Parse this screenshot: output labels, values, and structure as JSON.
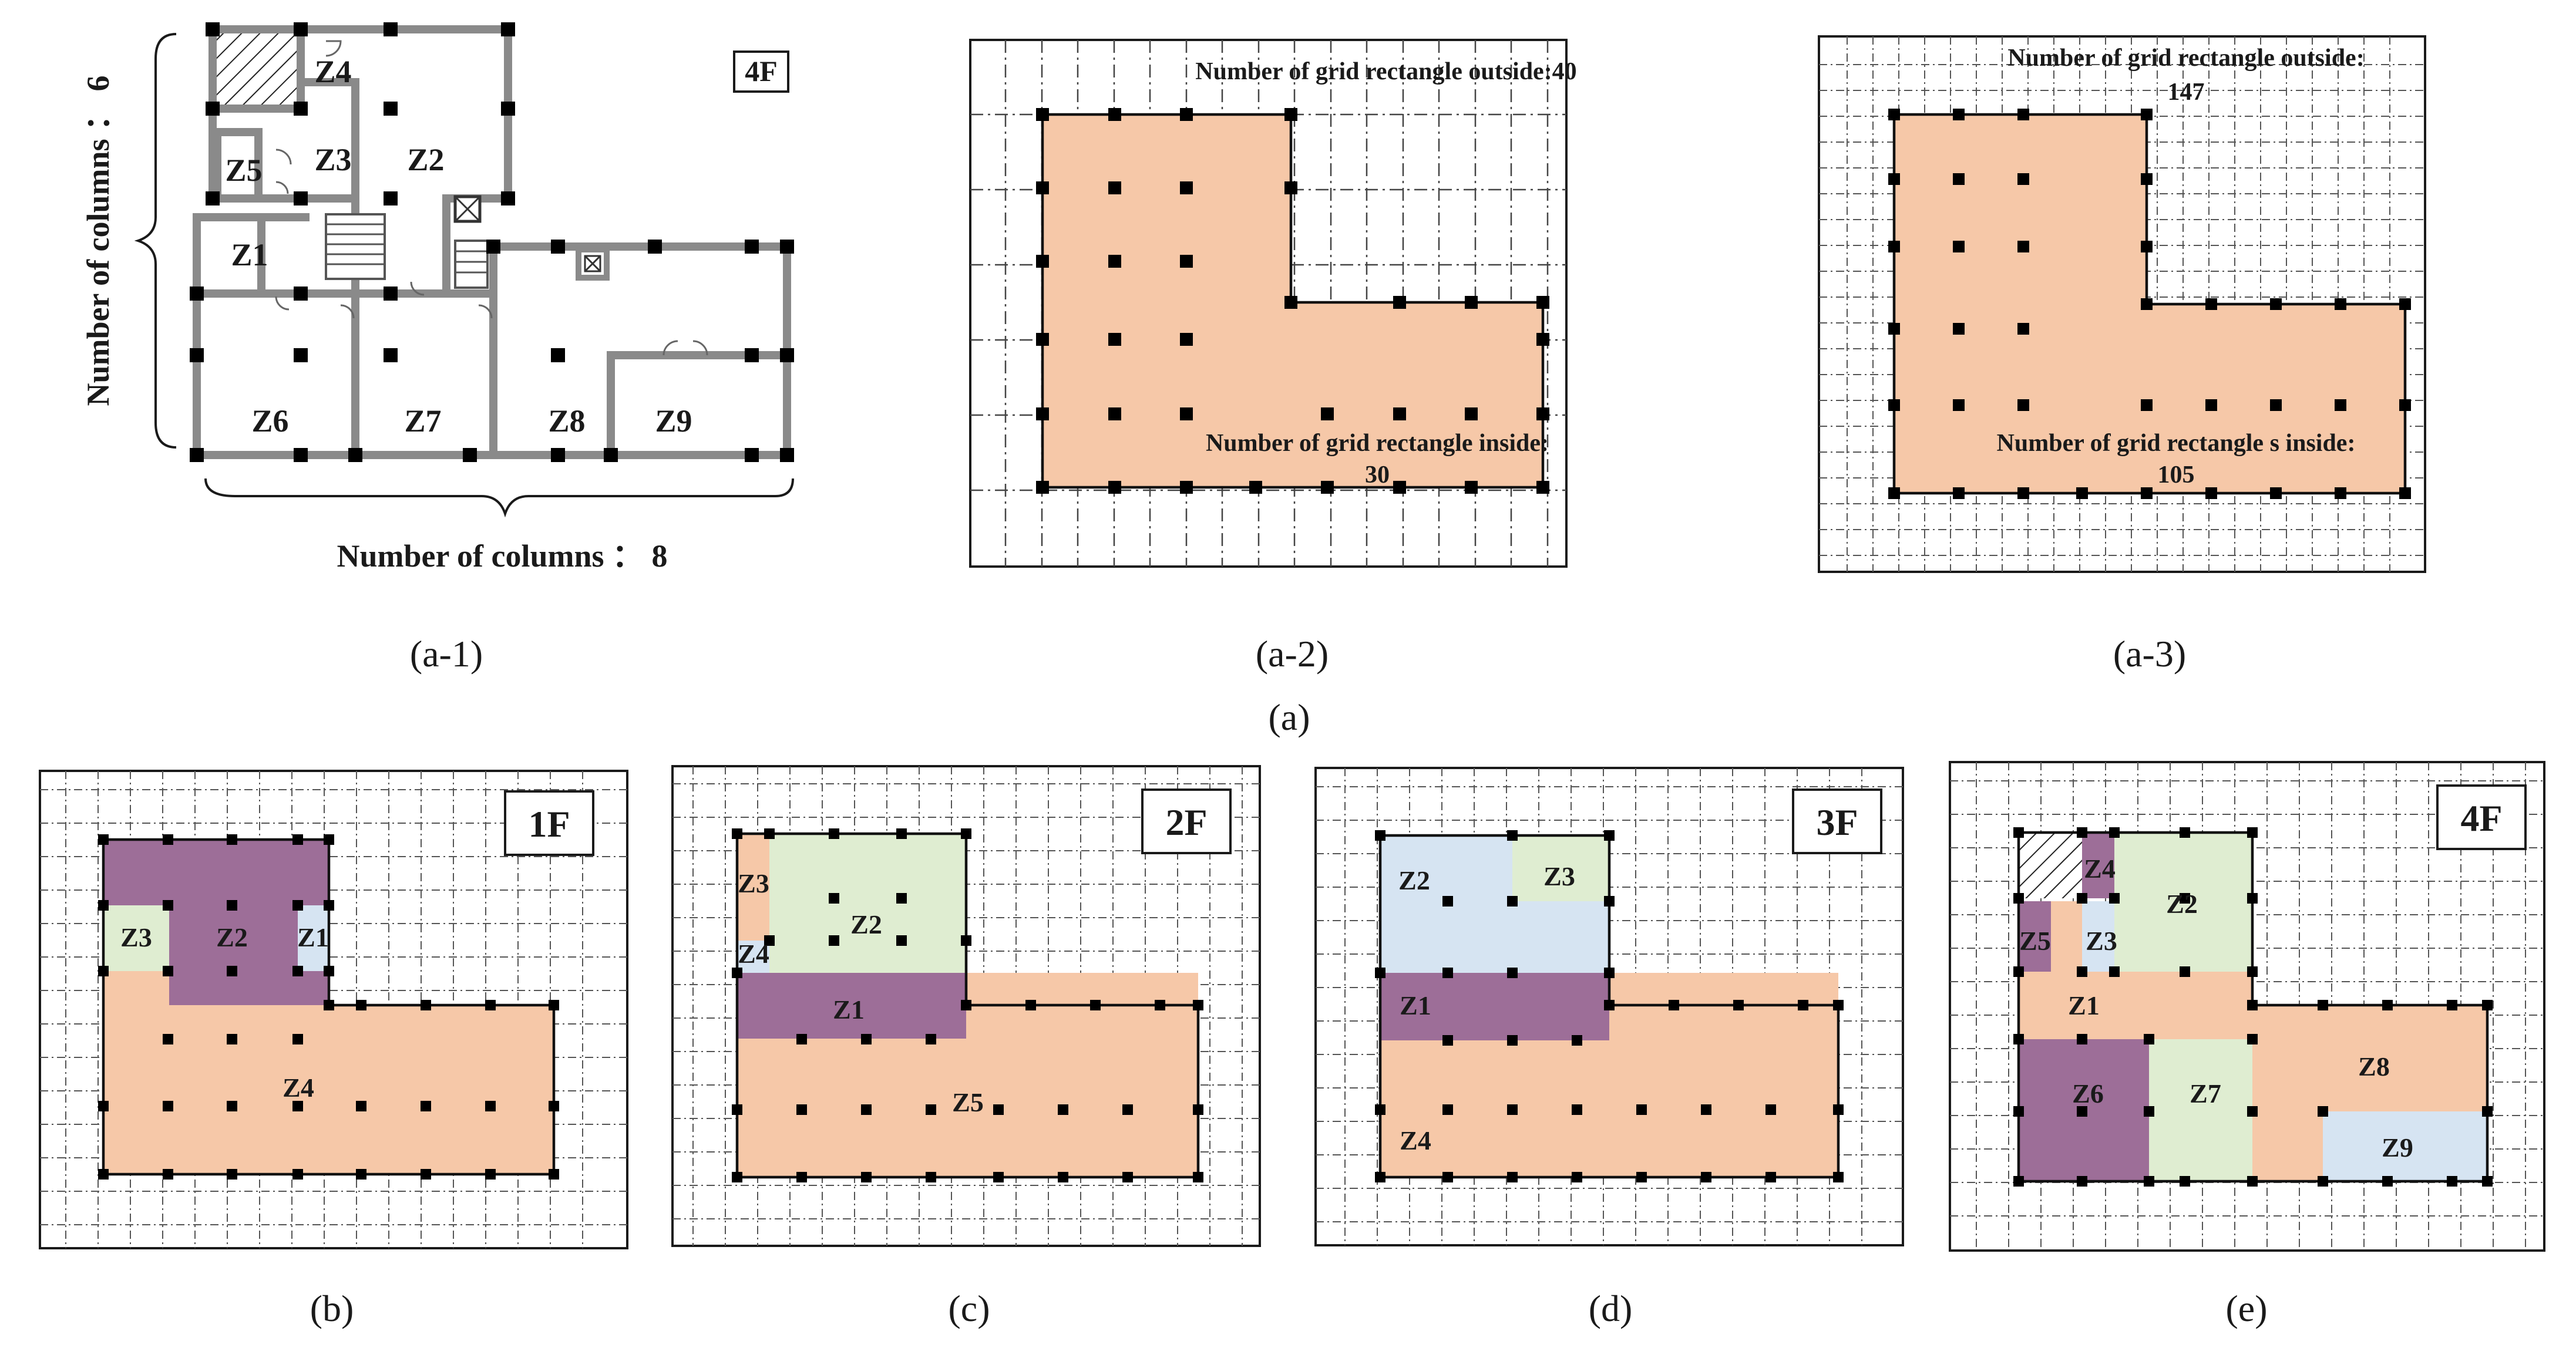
{
  "colors": {
    "orange": "#f6c8a8",
    "purple": "#9d6e98",
    "green": "#dfedd1",
    "blue": "#d6e4f2",
    "wall": "#8a8a8a",
    "column": "#000000"
  },
  "floor_plan": {
    "floor_label": "4F",
    "rows_label": "Number of columns ： 6",
    "cols_label": "Number of columns ： 8",
    "zones": [
      "Z1",
      "Z2",
      "Z3",
      "Z4",
      "Z5",
      "Z6",
      "Z7",
      "Z8",
      "Z9"
    ]
  },
  "grid_panels": [
    {
      "outside_label": "Number of grid rectangle outside:40",
      "inside_label_1": "Number of grid rectangle inside:",
      "inside_label_2": "30"
    },
    {
      "outside_label_1": "Number of grid rectangle outside:",
      "outside_label_2": "147",
      "inside_label_1": "Number of grid rectangle s inside:",
      "inside_label_2": "105"
    }
  ],
  "captions": {
    "a1": "(a-1)",
    "a2": "(a-2)",
    "a3": "(a-3)",
    "a": "(a)",
    "b": "(b)",
    "c": "(c)",
    "d": "(d)",
    "e": "(e)"
  },
  "floor_panels": [
    {
      "floor": "1F",
      "zones": [
        "Z3",
        "Z2",
        "Z1",
        "Z4"
      ]
    },
    {
      "floor": "2F",
      "zones": [
        "Z3",
        "Z2",
        "Z4",
        "Z1",
        "Z5"
      ]
    },
    {
      "floor": "3F",
      "zones": [
        "Z2",
        "Z3",
        "Z1",
        "Z4"
      ]
    },
    {
      "floor": "4F",
      "zones": [
        "Z4",
        "Z2",
        "Z5",
        "Z3",
        "Z1",
        "Z8",
        "Z6",
        "Z7",
        "Z9"
      ]
    }
  ]
}
